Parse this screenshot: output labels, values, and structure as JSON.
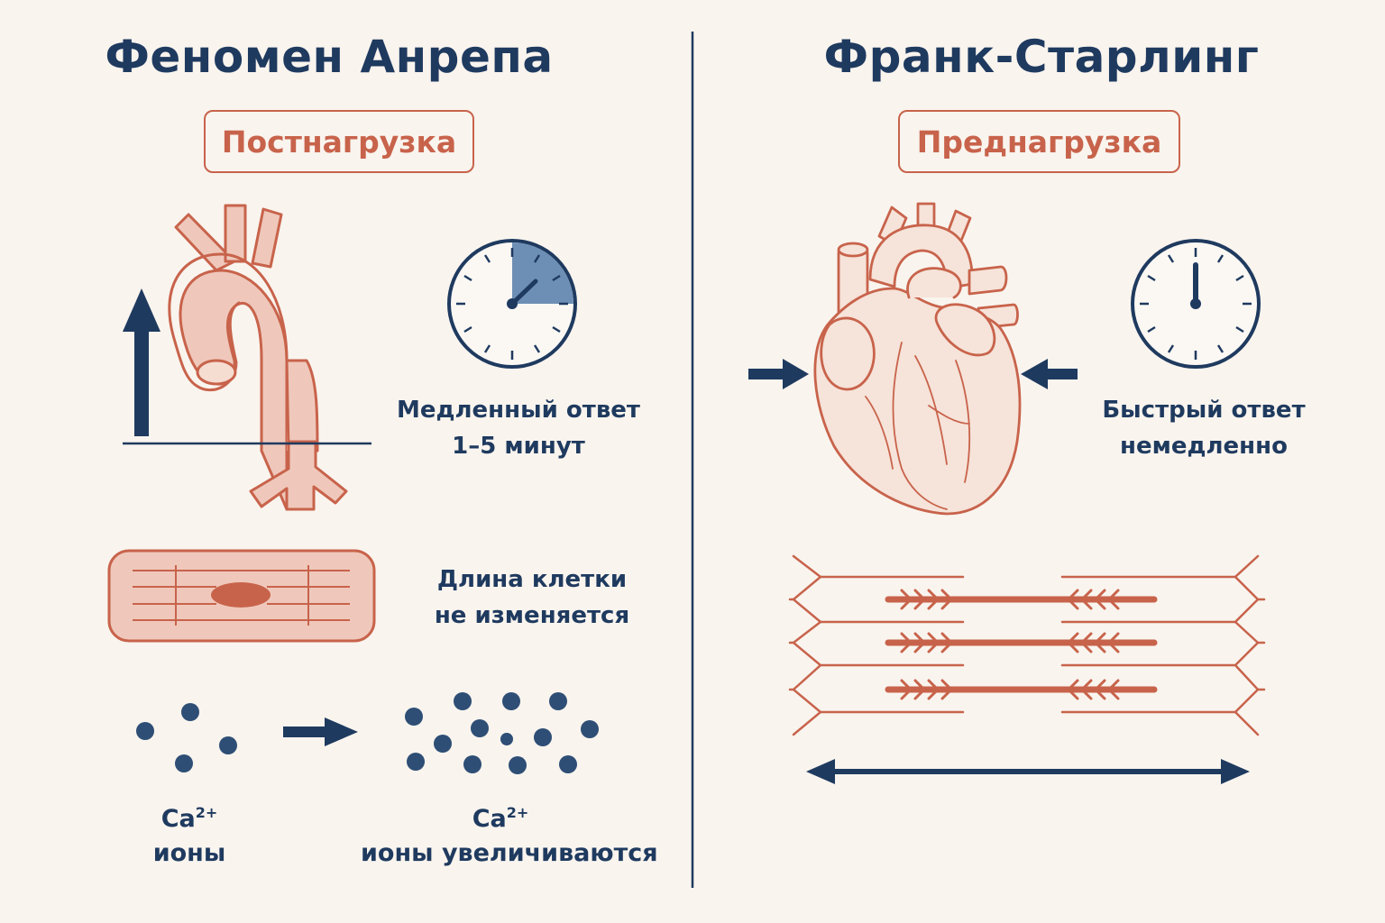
{
  "left": {
    "title": "Феномен Анрепа",
    "badge": "Постнагрузка",
    "response_line1": "Медленный ответ",
    "response_line2": "1–5 минут",
    "cell_line1": "Длина клетки",
    "cell_line2": "не изменяется",
    "ion_symbol": "Ca",
    "ion_charge": "2+",
    "ion_before": "ионы",
    "ion_after": "ионы увеличиваются",
    "icons": [
      "aorta-icon",
      "up-arrow-icon",
      "clock-icon",
      "cardiomyocyte-icon",
      "calcium-ions-icon",
      "right-arrow-icon"
    ]
  },
  "right": {
    "title": "Франк-Старлинг",
    "badge": "Преднагрузка",
    "response_line1": "Быстрый ответ",
    "response_line2": "немедленно",
    "icons": [
      "heart-icon",
      "compression-arrow-icon",
      "clock-icon",
      "sarcomere-icon",
      "stretch-arrow-icon"
    ]
  },
  "colors": {
    "navy": "#1f3a5f",
    "terracotta": "#c8634b",
    "fill_pink": "#efc8bb",
    "background": "#f9f4ee",
    "clock_sector": "#6d8fb5"
  }
}
